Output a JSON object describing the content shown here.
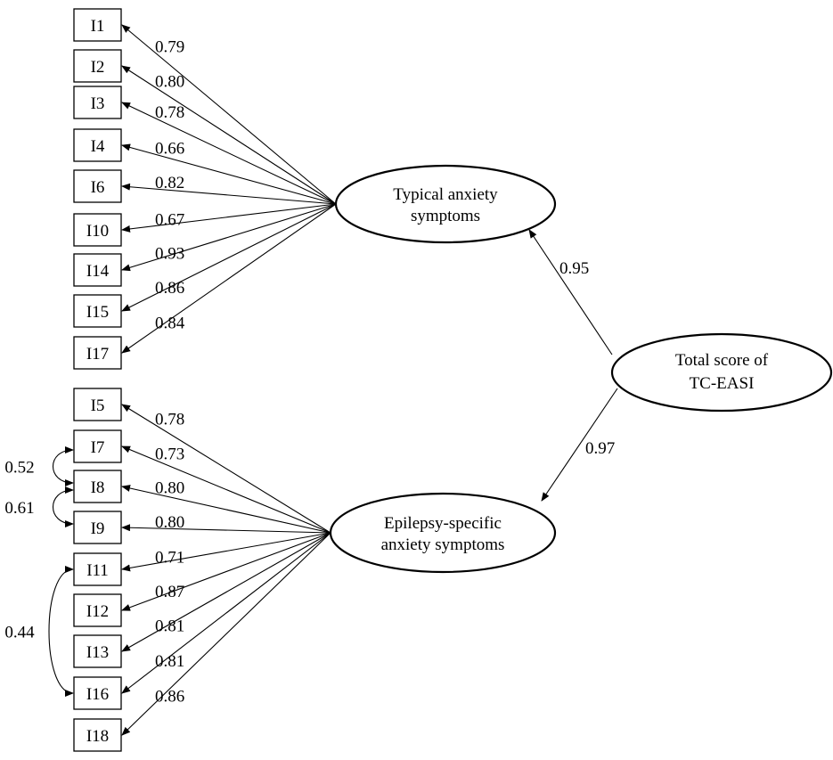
{
  "model": {
    "higher_order": {
      "label_lines": [
        "Total score of",
        "TC-EASI"
      ]
    },
    "factors": [
      {
        "id": "typical",
        "label_lines": [
          "Typical anxiety",
          "symptoms"
        ],
        "higher_loading": "0.95",
        "items": [
          {
            "label": "I1",
            "loading": "0.79"
          },
          {
            "label": "I2",
            "loading": "0.80"
          },
          {
            "label": "I3",
            "loading": "0.78"
          },
          {
            "label": "I4",
            "loading": "0.66"
          },
          {
            "label": "I6",
            "loading": "0.82"
          },
          {
            "label": "I10",
            "loading": "0.67"
          },
          {
            "label": "I14",
            "loading": "0.93"
          },
          {
            "label": "I15",
            "loading": "0.86"
          },
          {
            "label": "I17",
            "loading": "0.84"
          }
        ]
      },
      {
        "id": "epilepsy",
        "label_lines": [
          "Epilepsy-specific",
          "anxiety symptoms"
        ],
        "higher_loading": "0.97",
        "items": [
          {
            "label": "I5",
            "loading": "0.78"
          },
          {
            "label": "I7",
            "loading": "0.73"
          },
          {
            "label": "I8",
            "loading": "0.80"
          },
          {
            "label": "I9",
            "loading": "0.80"
          },
          {
            "label": "I11",
            "loading": "0.71"
          },
          {
            "label": "I12",
            "loading": "0.87"
          },
          {
            "label": "I13",
            "loading": "0.81"
          },
          {
            "label": "I16",
            "loading": "0.81"
          },
          {
            "label": "I18",
            "loading": "0.86"
          }
        ]
      }
    ],
    "error_covariances": [
      {
        "from": "I7",
        "to": "I8",
        "value": "0.52"
      },
      {
        "from": "I8",
        "to": "I9",
        "value": "0.61"
      },
      {
        "from": "I11",
        "to": "I16",
        "value": "0.44"
      }
    ]
  }
}
